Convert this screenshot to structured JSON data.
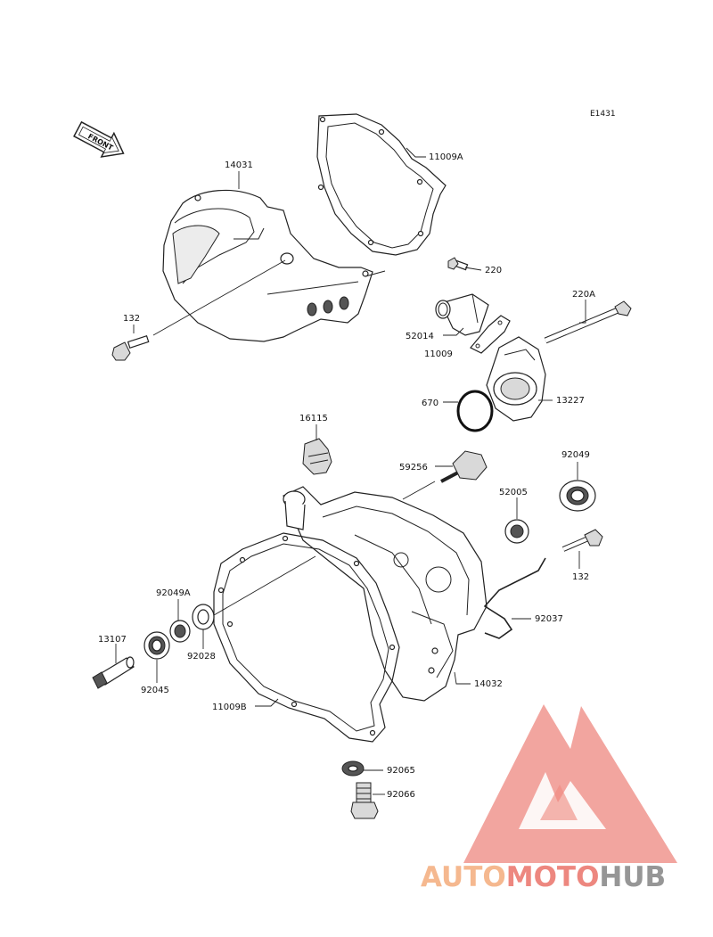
{
  "diagram_code": "E1431",
  "direction_label": "FRONT",
  "watermark": {
    "part1": "AUTO",
    "part2": "MOTO",
    "part3": "HUB",
    "color_light": "#f5b183",
    "color_red": "#ec7b72",
    "color_dark": "#8b8b8b"
  },
  "parts": {
    "p14031": "14031",
    "p11009A": "11009A",
    "p220": "220",
    "p220A": "220A",
    "p132_top": "132",
    "p52014": "52014",
    "p11009": "11009",
    "p13227": "13227",
    "p670": "670",
    "p16115": "16115",
    "p59256": "59256",
    "p92049": "92049",
    "p52005": "52005",
    "p132_right": "132",
    "p92049A": "92049A",
    "p92028": "92028",
    "p92037": "92037",
    "p13107": "13107",
    "p92045": "92045",
    "p14032": "14032",
    "p11009B": "11009B",
    "p92065": "92065",
    "p92066": "92066"
  }
}
